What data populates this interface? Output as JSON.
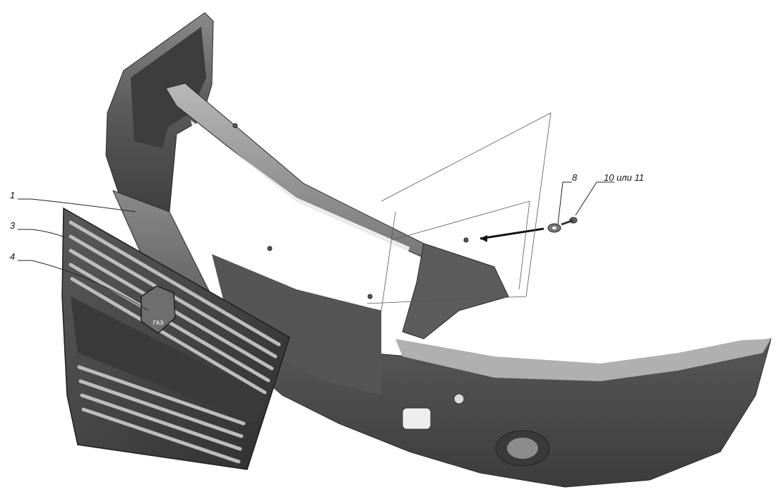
{
  "colors": {
    "background": "#ffffff",
    "bumper_dark": "#4a4a4a",
    "bumper_mid": "#6b6b6b",
    "bumper_light": "#a3a3a3",
    "grille_frame": "#3e3e3e",
    "grille_bar": "#b9b9b9",
    "leader_line": "#222222"
  },
  "callouts": [
    {
      "id": "1",
      "label": "1"
    },
    {
      "id": "3",
      "label": "3"
    },
    {
      "id": "4",
      "label": "4"
    },
    {
      "id": "8",
      "label": "8"
    },
    {
      "id": "10",
      "label": "10 или 11"
    }
  ],
  "emblem": {
    "text": "ГАЗ"
  }
}
